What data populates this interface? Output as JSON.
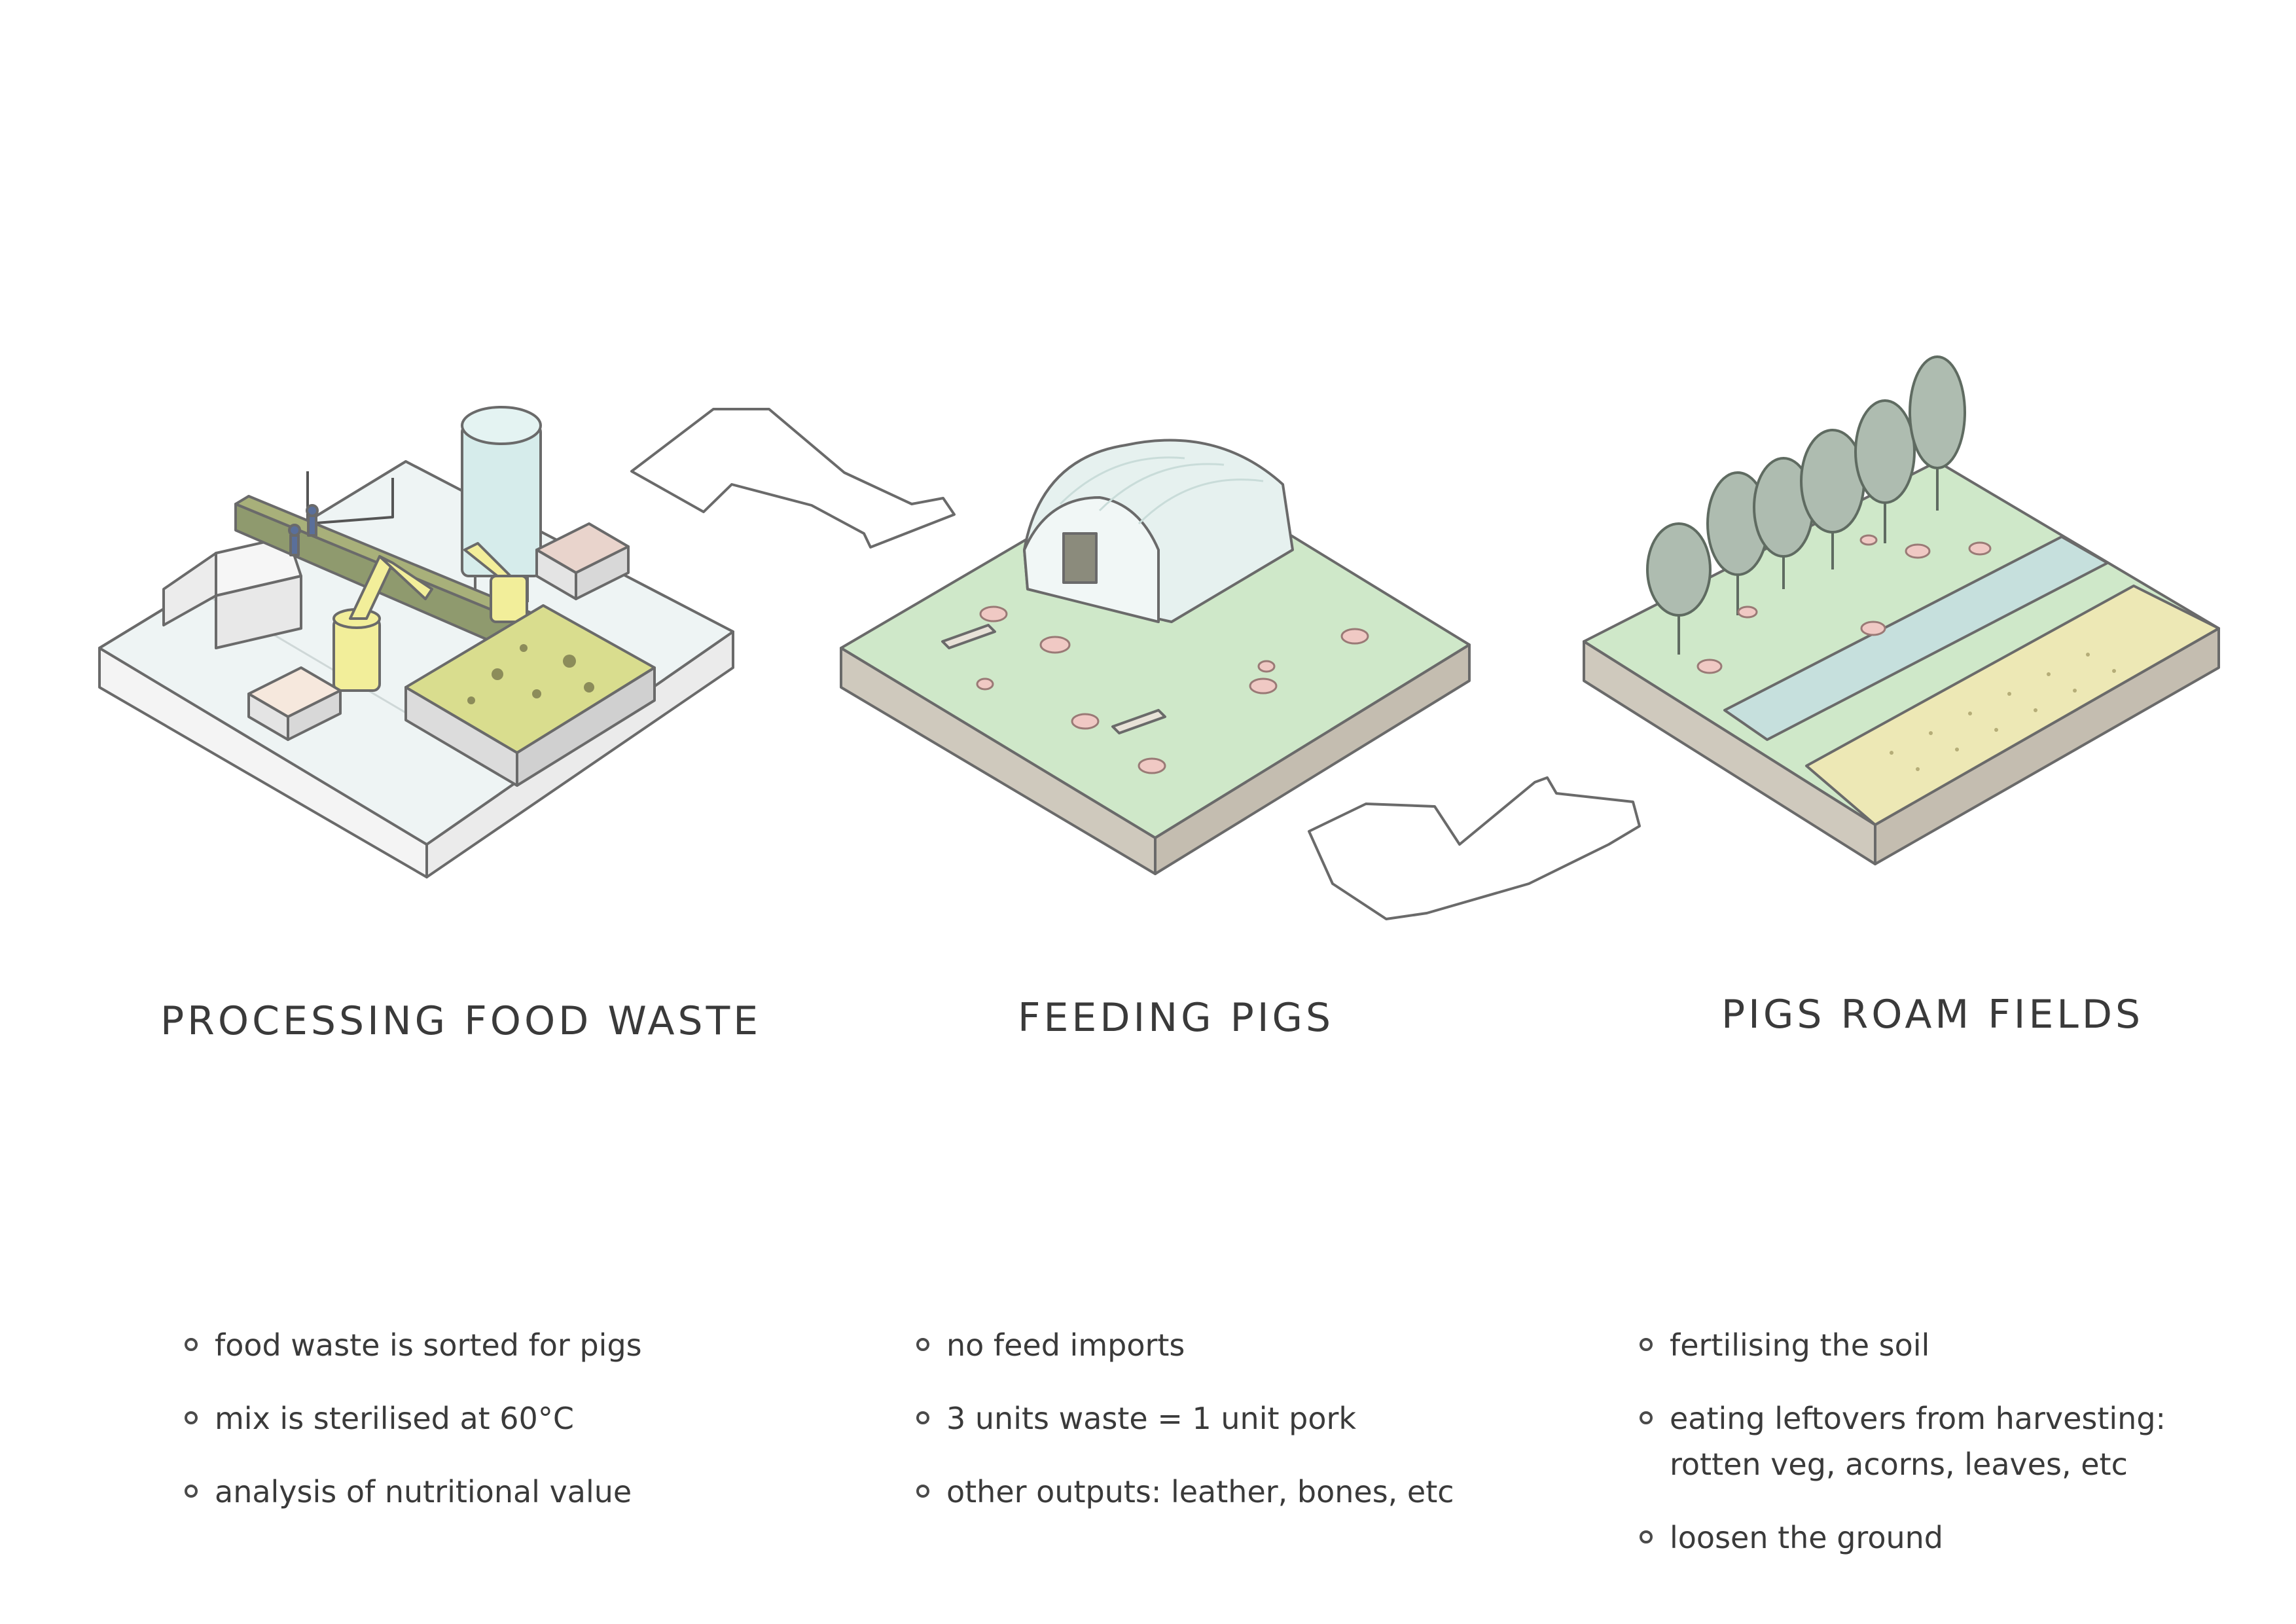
{
  "stages": [
    {
      "title": "PROCESSING FOOD WASTE",
      "icon": "food-waste-processing-plant",
      "notes": [
        "food waste is sorted for pigs",
        "mix is sterilised at 60°C",
        "analysis of nutritional value"
      ]
    },
    {
      "title": "FEEDING PIGS",
      "icon": "pig-barn-pasture",
      "notes": [
        "no feed imports",
        "3 units waste = 1 unit pork",
        "other outputs: leather, bones, etc"
      ]
    },
    {
      "title": "PIGS ROAM FIELDS",
      "icon": "pigs-in-fields-and-trees",
      "notes": [
        "fertilising the soil",
        "eating leftovers from harvesting:\nrotten veg, acorns, leaves, etc",
        "loosen the ground"
      ]
    }
  ],
  "colors": {
    "pavement": "#eef4f4",
    "grass": "#cfe8c9",
    "soil": "#cfc9bd",
    "machinery": "#f2ee9a",
    "silo": "#d6eceb",
    "pig": "#f0c9c4",
    "tree": "#aebcb0",
    "ink": "#3a3a3a"
  }
}
